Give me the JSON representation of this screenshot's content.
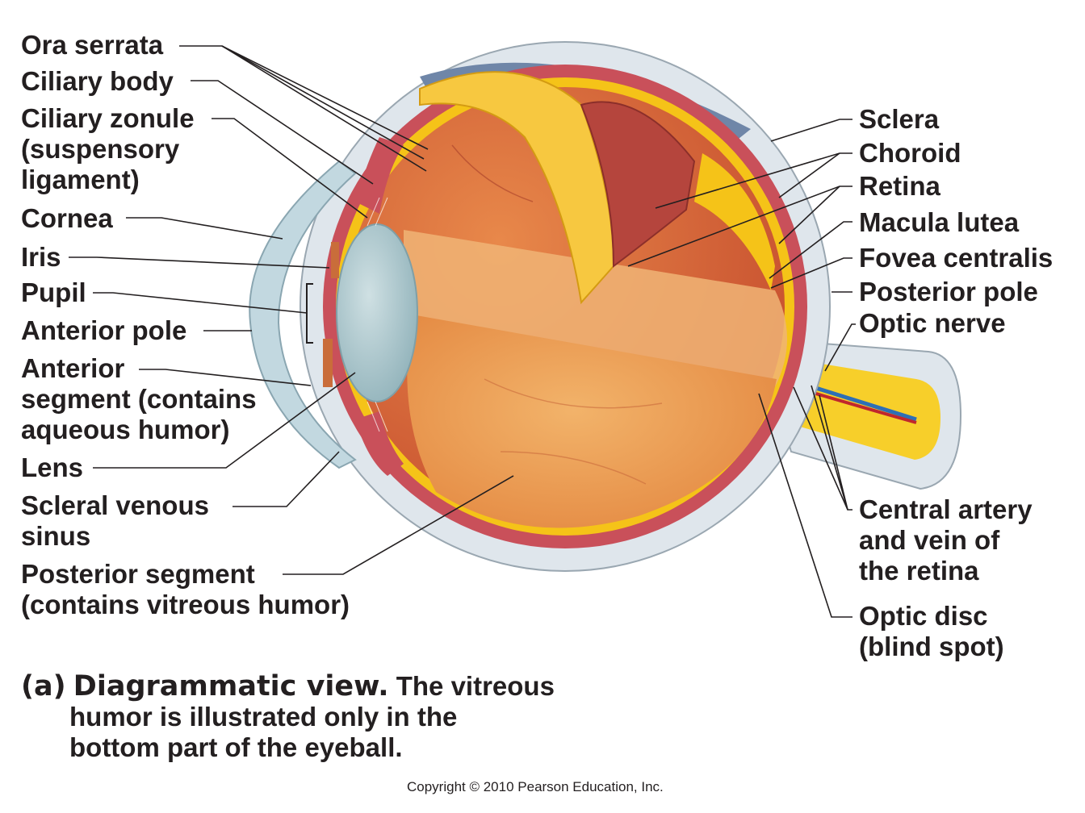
{
  "labels": {
    "ora_serrata": "Ora serrata",
    "ciliary_body": "Ciliary body",
    "ciliary_zonule": [
      "Ciliary zonule",
      "(suspensory",
      "ligament)"
    ],
    "cornea": "Cornea",
    "iris": "Iris",
    "pupil": "Pupil",
    "anterior_pole": "Anterior pole",
    "anterior_segment": [
      "Anterior",
      "segment (contains",
      "aqueous humor)"
    ],
    "lens": "Lens",
    "scleral_venous_sinus": [
      "Scleral venous",
      "sinus"
    ],
    "posterior_segment": [
      "Posterior segment",
      "(contains vitreous humor)"
    ],
    "sclera": "Sclera",
    "choroid": "Choroid",
    "retina": "Retina",
    "macula_lutea": "Macula lutea",
    "fovea_centralis": "Fovea centralis",
    "posterior_pole": "Posterior pole",
    "optic_nerve": "Optic nerve",
    "central_artery_vein": [
      "Central artery",
      "and vein of",
      "the retina"
    ],
    "optic_disc": [
      "Optic disc",
      "(blind spot)"
    ]
  },
  "caption": {
    "prefix": "(a)",
    "bold_title": "Diagrammatic view.",
    "line1_rest": "The vitreous",
    "line2": "humor is illustrated only in the",
    "line3": "bottom part of the eyeball."
  },
  "copyright": "Copyright © 2010 Pearson Education, Inc.",
  "colors": {
    "sclera": "#dfe6ec",
    "sclera_outline": "#9aa7b1",
    "choroid": "#c9505a",
    "retina": "#f5c318",
    "vitreous": "#e89a52",
    "inner_cavity": "#d9603a",
    "cornea": "#c2d8e0",
    "lens": "#a9c5cc",
    "optic_nerve": "#f7cf2a",
    "upper_blue": "#6f86a8",
    "leader_line": "#231f20"
  }
}
